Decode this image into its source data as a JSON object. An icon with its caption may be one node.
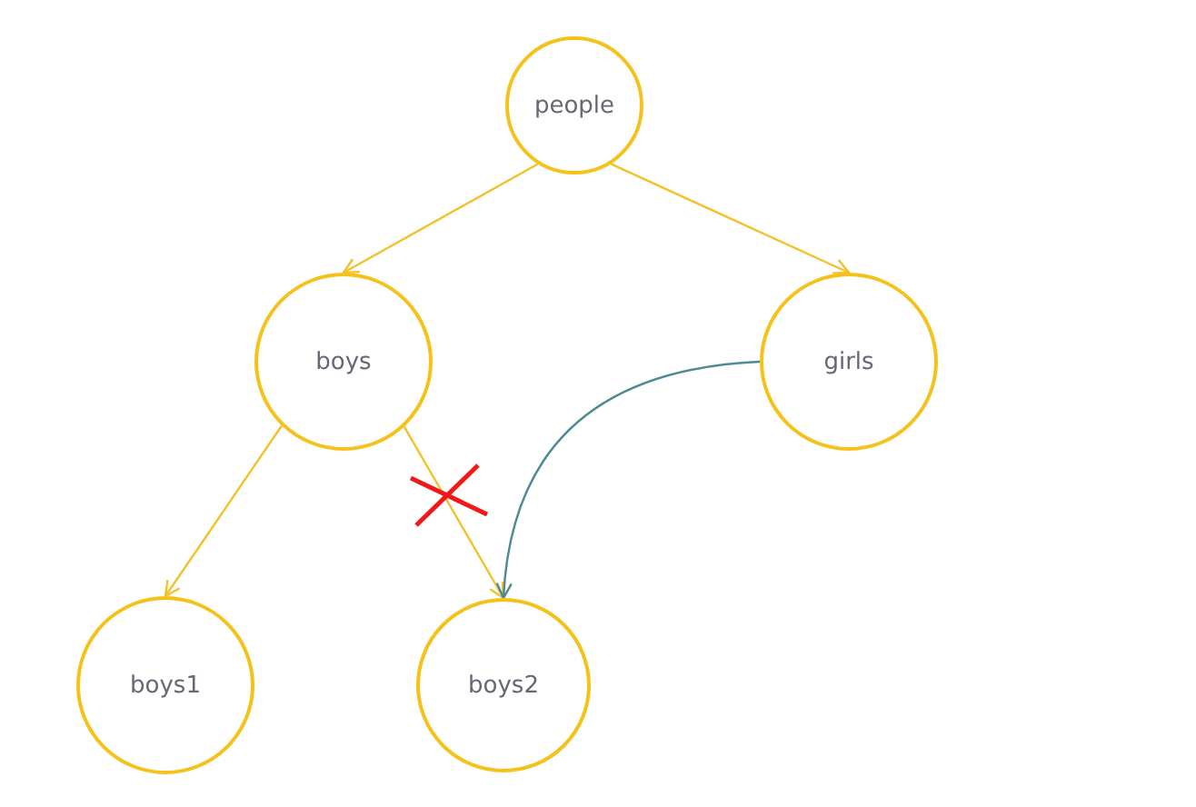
{
  "diagram": {
    "nodes": [
      {
        "text": [
          "people"
        ]
      },
      {
        "text": [
          "boys"
        ]
      },
      {
        "text": [
          "girls"
        ]
      },
      {
        "text": [
          "boys1"
        ]
      },
      {
        "text": [
          "boys2"
        ]
      }
    ],
    "edges": [
      {
        "from": 0,
        "to": 1,
        "arrow": "to"
      },
      {
        "from": 0,
        "to": 2,
        "arrow": "to"
      },
      {
        "from": 1,
        "to": 3,
        "arrow": "to"
      },
      {
        "from": 1,
        "to": 4,
        "arrow": "to"
      },
      {
        "from": 2,
        "to": 4,
        "arrow": "to",
        "color": "#4e8a93"
      }
    ]
  }
}
